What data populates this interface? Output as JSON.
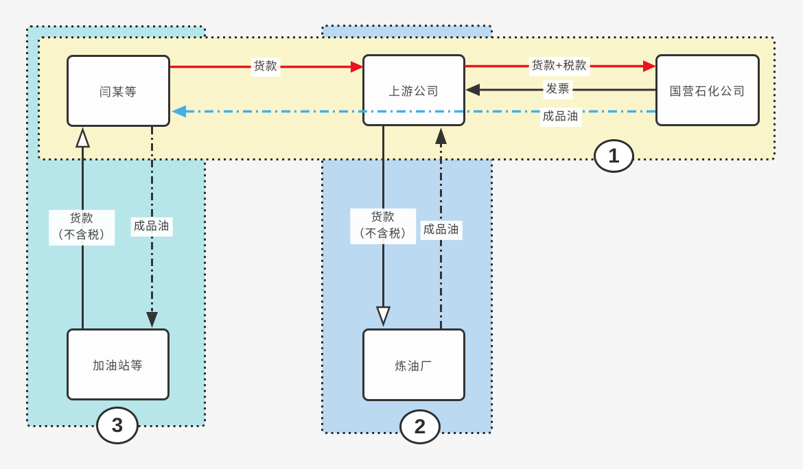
{
  "diagram_type": "flow-diagram",
  "nodes": [
    {
      "id": "yan",
      "label": "闫某等"
    },
    {
      "id": "upstream",
      "label": "上游公司"
    },
    {
      "id": "petro",
      "label": "国营石化公司"
    },
    {
      "id": "gas",
      "label": "加油站等"
    },
    {
      "id": "refinery",
      "label": "炼油厂"
    }
  ],
  "edges": [
    {
      "from": "闫某等",
      "to": "上游公司",
      "label": "货款",
      "style": "solid-red-filled-arrow"
    },
    {
      "from": "上游公司",
      "to": "国营石化公司",
      "label": "货款+税款",
      "style": "solid-red-filled-arrow"
    },
    {
      "from": "国营石化公司",
      "to": "上游公司",
      "label": "发票",
      "style": "solid-black-filled-arrow"
    },
    {
      "from": "国营石化公司",
      "to": "闫某等",
      "label": "成品油",
      "style": "dashdot-blue-filled-arrow"
    },
    {
      "from": "加油站等",
      "to": "闫某等",
      "label": "货款\n（不含税）",
      "style": "solid-black-open-arrow"
    },
    {
      "from": "闫某等",
      "to": "加油站等",
      "label": "成品油",
      "style": "dashdot-black-filled-arrow"
    },
    {
      "from": "上游公司",
      "to": "炼油厂",
      "label": "货款\n（不含税）",
      "style": "solid-black-open-arrow"
    },
    {
      "from": "炼油厂",
      "to": "上游公司",
      "label": "成品油",
      "style": "dashdot-black-filled-arrow"
    }
  ],
  "badges": [
    "1",
    "2",
    "3"
  ],
  "regions": [
    {
      "badge": "1",
      "fill": "#faf4cb",
      "contains": [
        "闫某等",
        "上游公司",
        "国营石化公司"
      ]
    },
    {
      "badge": "2",
      "fill": "#bcd9f2",
      "contains": [
        "上游公司",
        "炼油厂"
      ]
    },
    {
      "badge": "3",
      "fill": "#b7e6ea",
      "contains": [
        "闫某等",
        "加油站等"
      ]
    }
  ],
  "colors": {
    "background": "#f5f5f6",
    "region_1_fill": "#faf4cb",
    "region_2_fill": "#bcd9f2",
    "region_3_fill": "#b7e6ea",
    "region_border": "#222a2a",
    "red_arrow": "#e8151c",
    "blue_arrow": "#41b0e8",
    "dark_line": "#333333",
    "node_fill": "#fdfdfd",
    "text": "#4a4a4a"
  }
}
